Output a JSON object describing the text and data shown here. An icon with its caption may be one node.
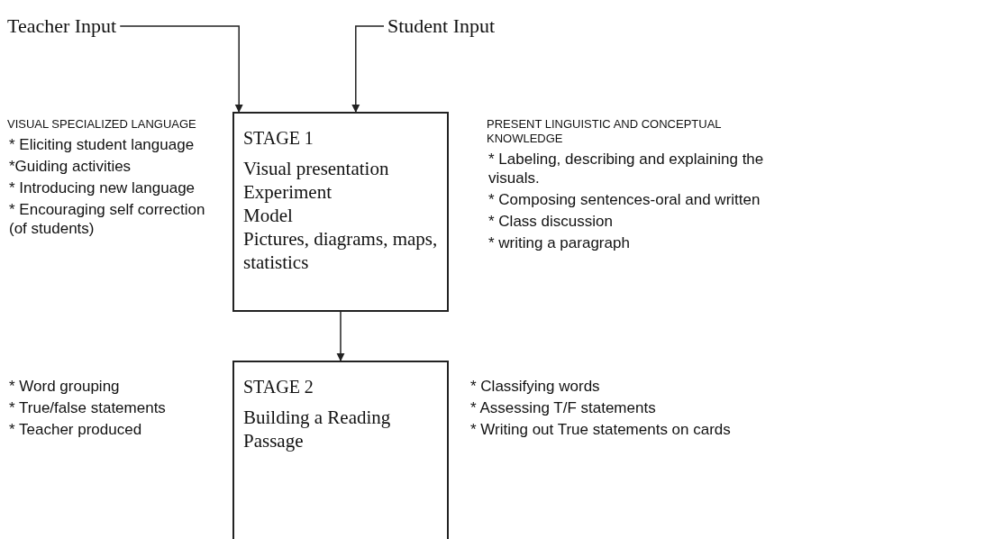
{
  "diagram": {
    "nodes": [
      {
        "text": [
          "Teacher Input"
        ]
      },
      {
        "text": [
          "Student Input"
        ]
      },
      {
        "text": [
          "STAGE 1",
          "Visual presentation",
          "Experiment",
          "Model",
          "Pictures, diagrams, maps, statistics"
        ]
      },
      {
        "text": [
          "STAGE 2",
          "Building a Reading Passage"
        ]
      }
    ],
    "edges": [
      {
        "from": 0,
        "to": 2,
        "arrow": "to"
      },
      {
        "from": 1,
        "to": 2,
        "arrow": "to"
      },
      {
        "from": 2,
        "to": 3,
        "arrow": "to"
      }
    ],
    "labels": [
      "VISUAL SPECIALIZED LANGUAGE",
      "* Eliciting student language",
      "*Guiding activities",
      "* Introducing new language",
      "* Encouraging self correction (of students)",
      "PRESENT LINGUISTIC AND CONCEPTUAL KNOWLEDGE",
      "* Labeling, describing and explaining the visuals.",
      "* Composing sentences-oral and written",
      "* Class discussion",
      "* writing a paragraph",
      "* Word grouping",
      "* True/false statements",
      "* Teacher produced",
      "* Classifying words",
      "* Assessing T/F statements",
      "* Writing out True statements on cards"
    ]
  }
}
